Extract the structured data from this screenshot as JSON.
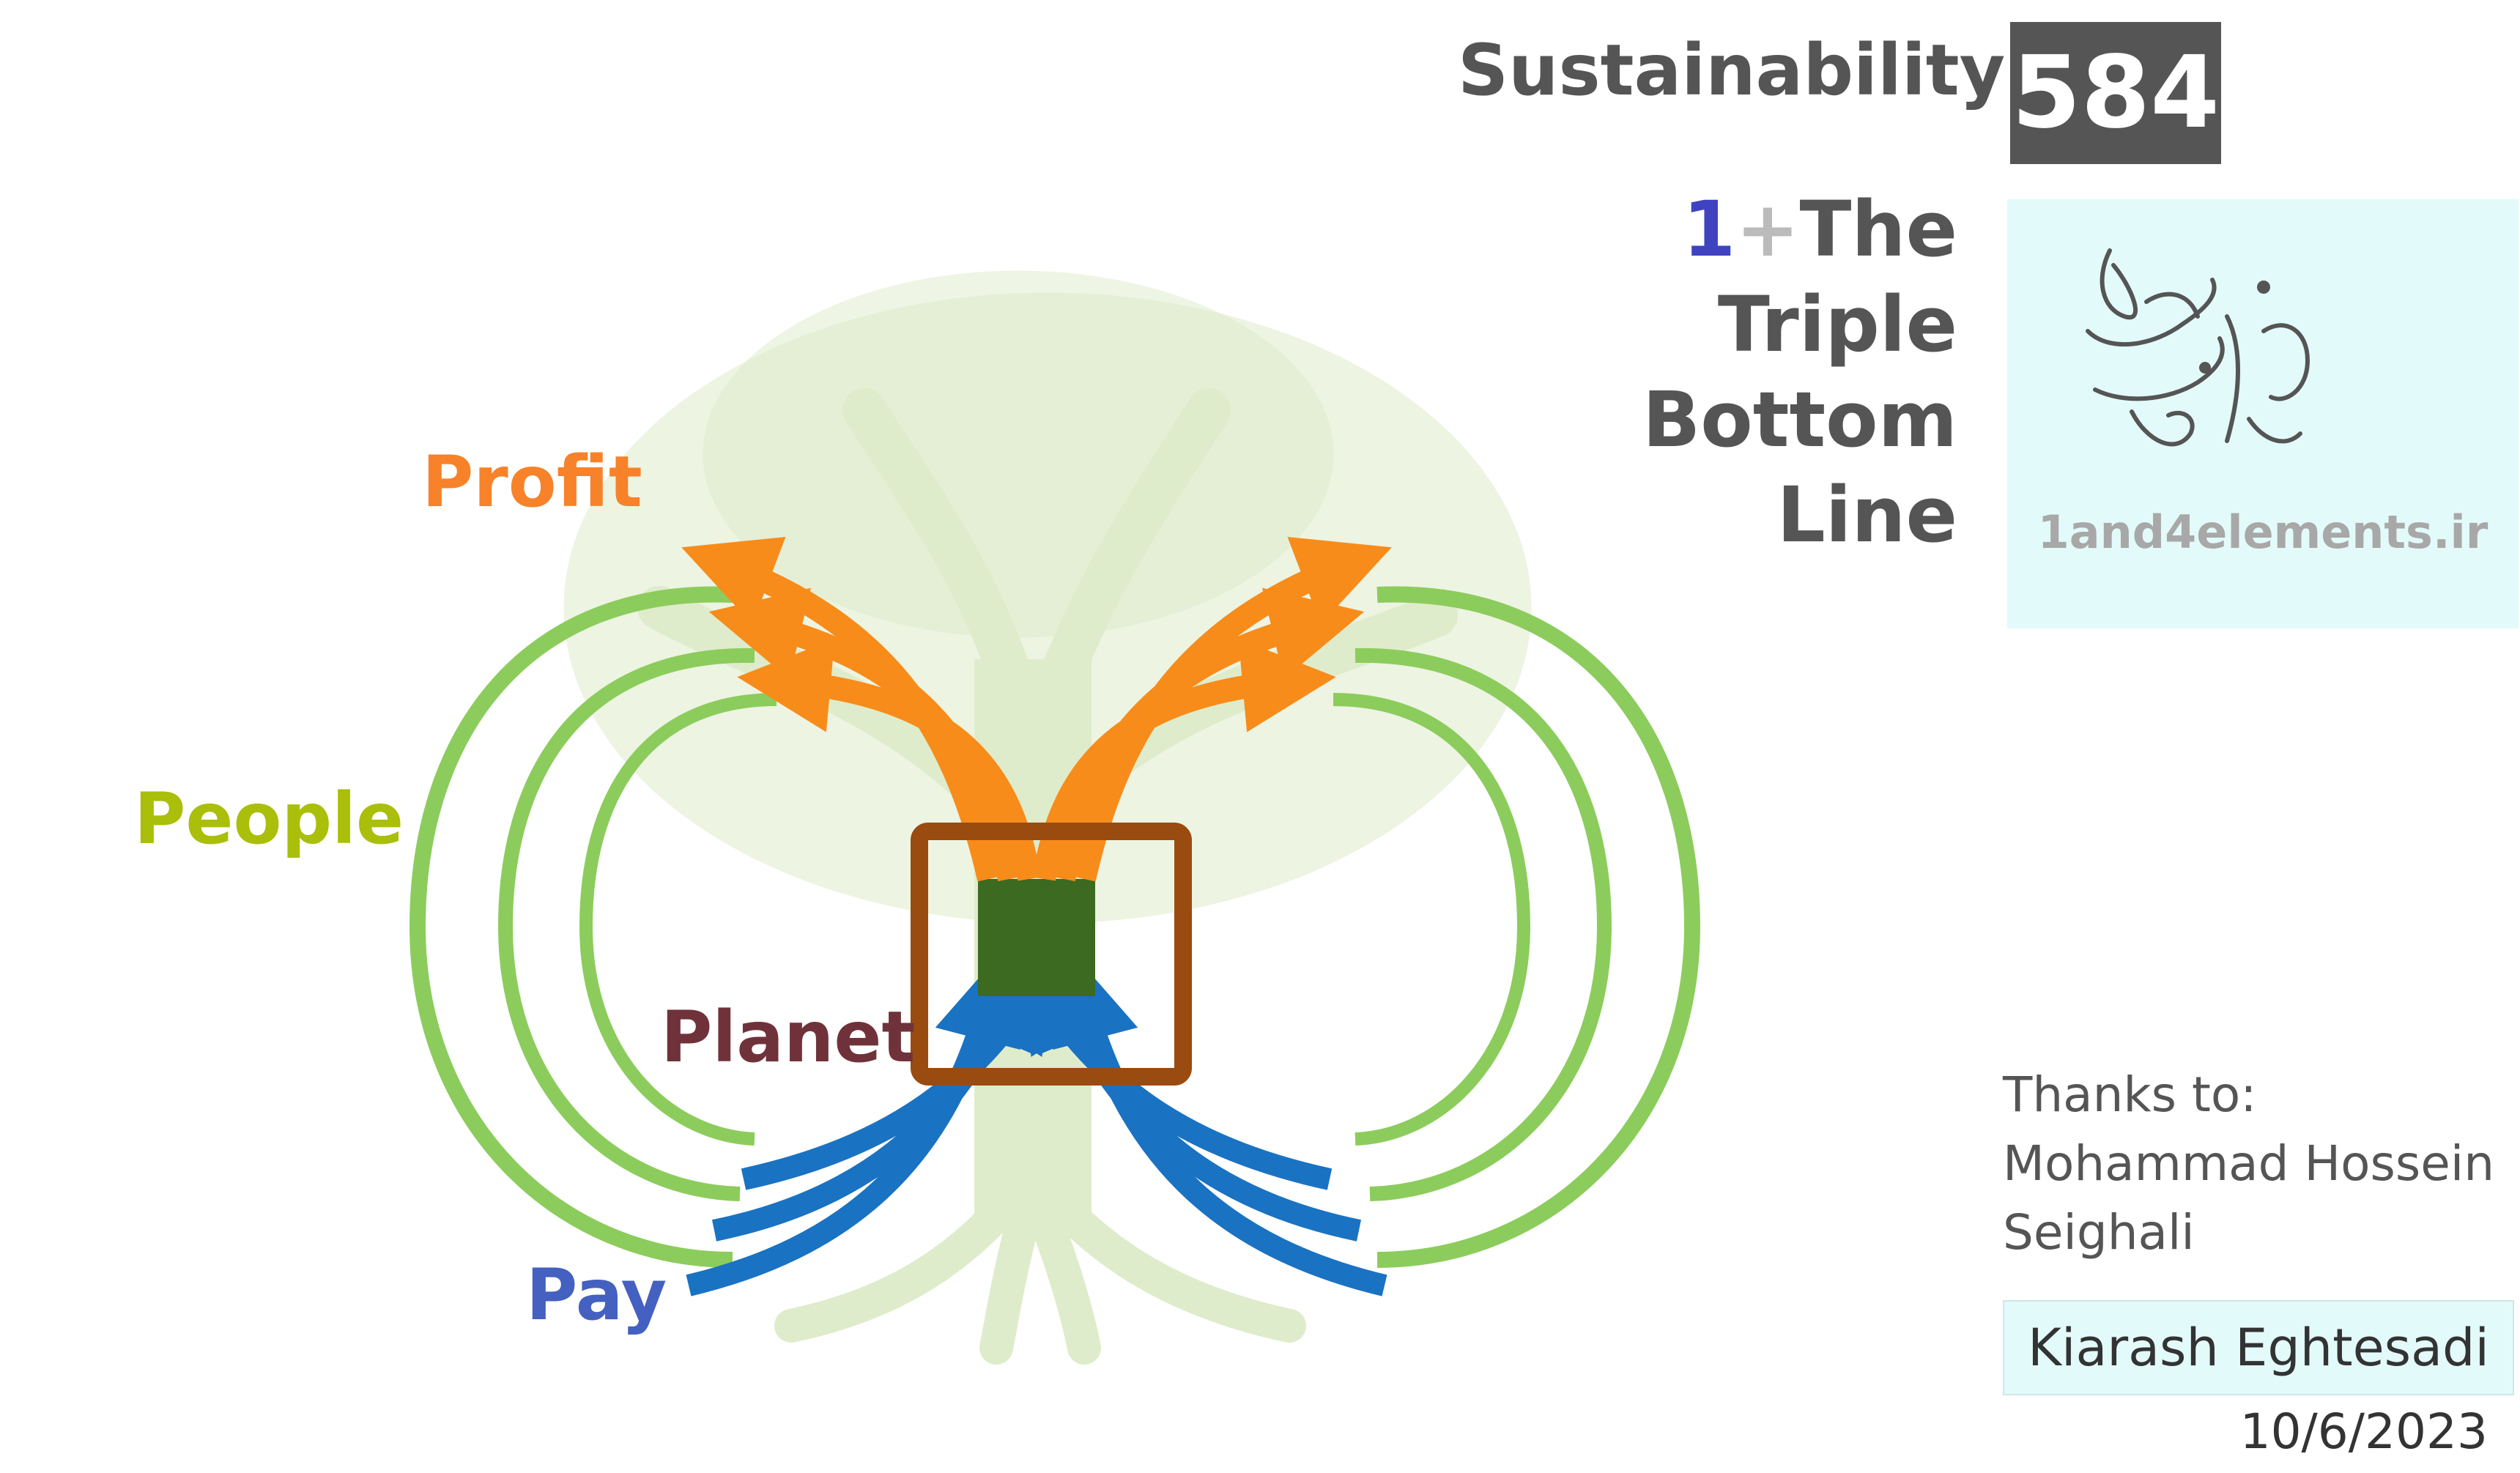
{
  "diagram": {
    "labels": {
      "profit": "Profit",
      "people": "People",
      "planet": "Planet",
      "pay": "Pay"
    }
  },
  "header": {
    "title": "Sustainability",
    "number": "584",
    "subtitle_prefix": "1",
    "subtitle_plus": "+",
    "subtitle_line1": "The Triple",
    "subtitle_line2": "Bottom Line"
  },
  "logo": {
    "site": "1and4elements.ir"
  },
  "credits": {
    "thanks_label": "Thanks to:",
    "thanks_name_line1": "Mohammad Hossein",
    "thanks_name_line2": "Seighali",
    "author": "Kiarash Eghtesadi",
    "date": "10/6/2023"
  },
  "colors": {
    "profit": "#f7822a",
    "people": "#a9bf0a",
    "planet": "#70323a",
    "pay": "#4460c0",
    "ring": "#8ccc5c",
    "blue_arrow": "#1a72c2",
    "orange_arrow": "#f88c1a",
    "box": "#9a4b10",
    "dark_green": "#3b6a20",
    "tree": "#dfeccb",
    "gray_text": "#555555"
  }
}
